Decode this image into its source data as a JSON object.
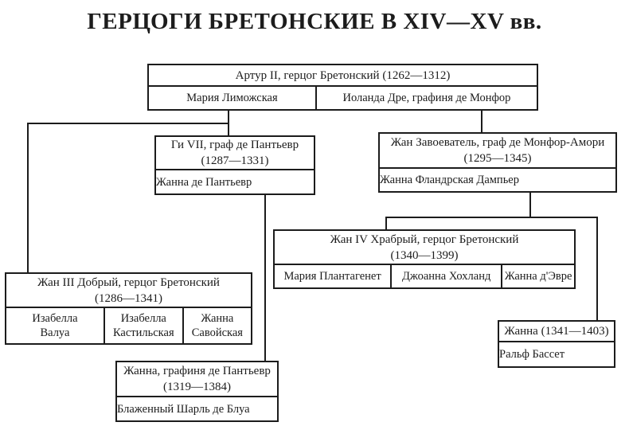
{
  "title": "ГЕРЦОГИ БРЕТОНСКИЕ В XIV—XV вв.",
  "colors": {
    "ink": "#1c1c1c",
    "background": "#ffffff"
  },
  "tree": {
    "arthur": {
      "name": "Артур II, герцог Бретонский (1262—1312)",
      "spouses": [
        "Мария Лиможская",
        "Иоланда Дре, графиня де Монфор"
      ]
    },
    "guy": {
      "name": "Ги VII, граф де Пантьевр",
      "dates": "(1287—1331)",
      "spouses": [
        "Жанна де Пантьевр"
      ]
    },
    "jean_conqueror": {
      "name": "Жан Завоеватель, граф де Монфор-Амори",
      "dates": "(1295—1345)",
      "spouses": [
        "Жанна Фландрская Дампьер"
      ]
    },
    "jean_iv": {
      "name": "Жан IV Храбрый, герцог Бретонский",
      "dates": "(1340—1399)",
      "spouses": [
        "Мария Плантагенет",
        "Джоанна Хохланд",
        "Жанна д'Эвре"
      ]
    },
    "jean_iii": {
      "name": "Жан III Добрый, герцог Бретонский",
      "dates": "(1286—1341)",
      "spouses": [
        "Изабелла Валуа",
        "Изабелла Кастильская",
        "Жанна Савойская"
      ]
    },
    "jeanne_countess": {
      "name": "Жанна, графиня де Пантьевр",
      "dates": "(1319—1384)",
      "spouses": [
        "Блаженный Шарль де Блуа"
      ]
    },
    "jeanne_basset": {
      "name": "Жанна (1341—1403)",
      "spouses": [
        "Ральф Бассет"
      ]
    }
  }
}
